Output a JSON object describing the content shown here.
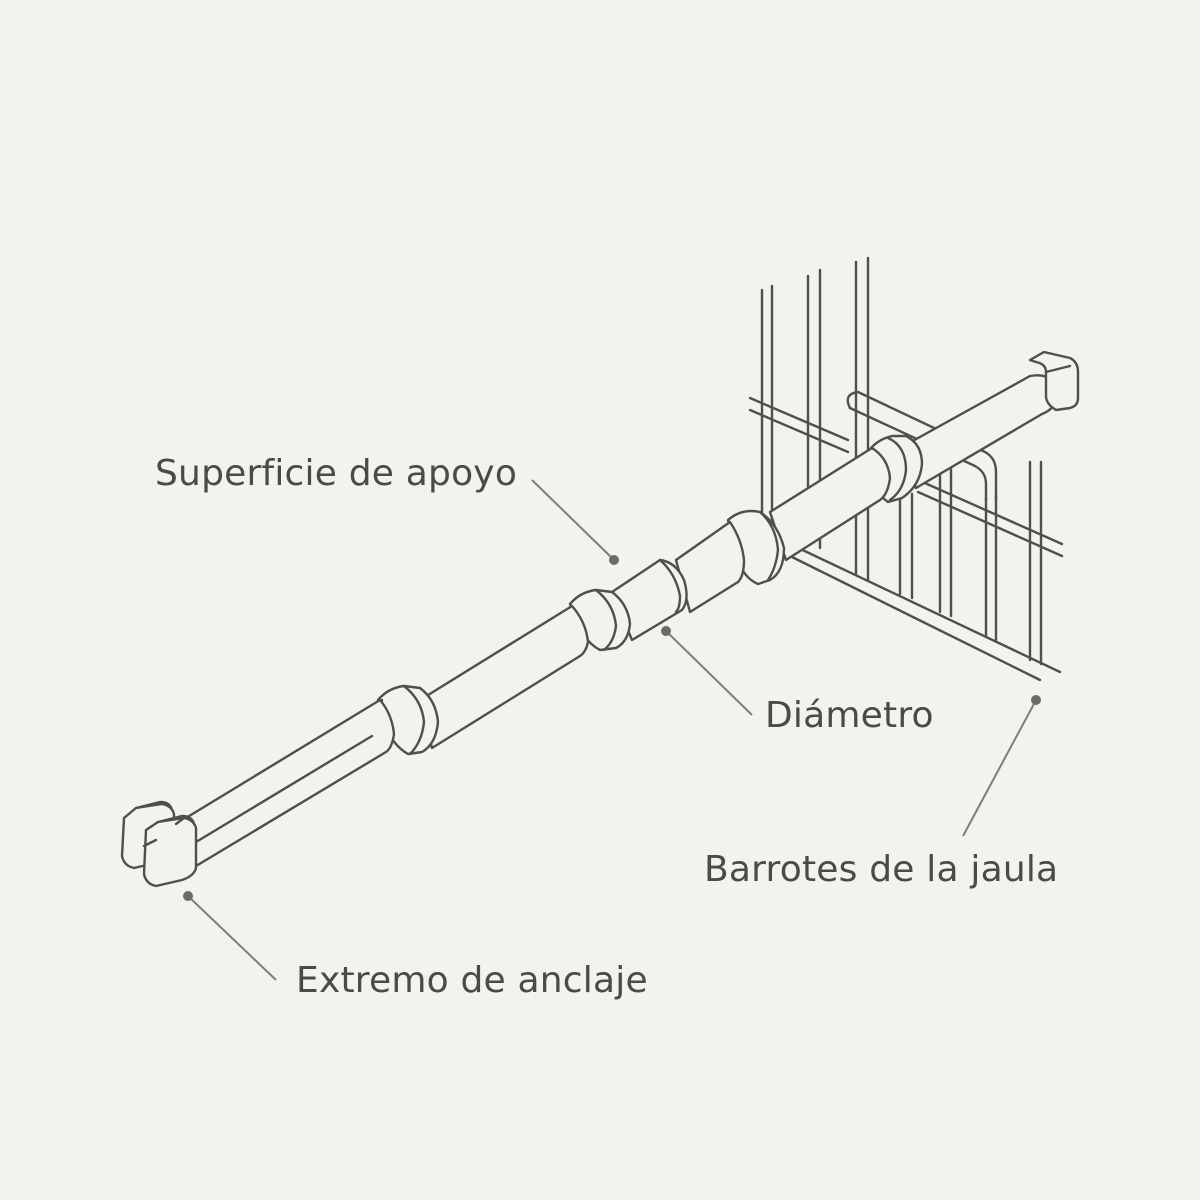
{
  "labels": {
    "superficie": "Superficie de apoyo",
    "diametro": "Diámetro",
    "barrotes": "Barrotes de la jaula",
    "extremo": "Extremo de anclaje"
  },
  "colors": {
    "background": "#f3f2ee",
    "stroke": "#4f4f4c",
    "fill": "#f3f2ee",
    "leader": "#7d7d7a",
    "dot": "#6b6b68",
    "text": "#4a4a48"
  }
}
